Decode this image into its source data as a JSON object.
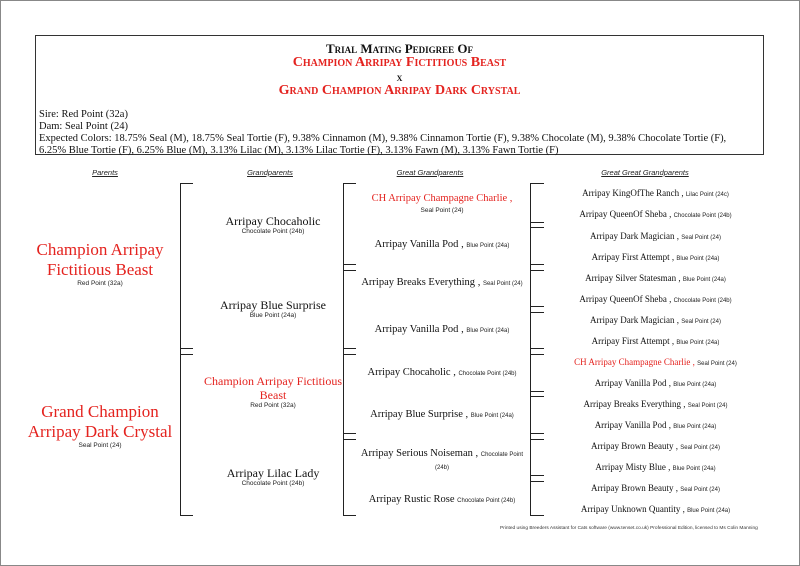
{
  "title": {
    "line1": "Trial Mating Pedigree Of",
    "sire_name": "Champion Arripay Fictitious Beast",
    "x": "x",
    "dam_name": "Grand Champion Arripay Dark Crystal"
  },
  "info": {
    "sire_line": "Sire:  Red Point (32a)",
    "dam_line": "Dam:  Seal Point (24)",
    "expected_line1": "Expected Colors: 18.75%  Seal (M), 18.75%  Seal Tortie (F), 9.38%   Cinnamon (M), 9.38%   Cinnamon Tortie (F), 9.38%   Chocolate (M), 9.38%   Chocolate Tortie (F),",
    "expected_line2": "6.25%   Blue Tortie (F), 6.25%   Blue (M), 3.13%   Lilac (M), 3.13%   Lilac Tortie (F), 3.13%   Fawn (M), 3.13%   Fawn Tortie (F)"
  },
  "columns": {
    "parents": "Parents",
    "grandparents": "Grandparents",
    "great_grandparents": "Great Grandparents",
    "great_great_grandparents": "Great Great Grandparents"
  },
  "parents": [
    {
      "name": "Champion Arripay Fictitious Beast",
      "color": "Red Point (32a)"
    },
    {
      "name": "Grand Champion Arripay Dark Crystal",
      "color": "Seal Point (24)"
    }
  ],
  "grandparents": [
    {
      "name": "Arripay Chocaholic",
      "color": "Chocolate Point (24b)"
    },
    {
      "name": "Arripay Blue Surprise",
      "color": "Blue Point (24a)"
    },
    {
      "name": "Champion Arripay Fictitious Beast",
      "color": "Red Point (32a)"
    },
    {
      "name": "Arripay Lilac Lady",
      "color": "Chocolate Point (24b)"
    }
  ],
  "great_grandparents": [
    {
      "name": "CH Arripay Champagne Charlie",
      "color": "Seal Point (24)"
    },
    {
      "name": "Arripay Vanilla Pod",
      "color": "Blue Point (24a)"
    },
    {
      "name": "Arripay Breaks Everything",
      "color": "Seal Point (24)"
    },
    {
      "name": "Arripay Vanilla Pod",
      "color": "Blue Point (24a)"
    },
    {
      "name": "Arripay Chocaholic",
      "color": "Chocolate Point (24b)"
    },
    {
      "name": "Arripay Blue Surprise",
      "color": "Blue Point (24a)"
    },
    {
      "name": "Arripay Serious Noiseman",
      "color": "Chocolate Point (24b)"
    },
    {
      "name": "Arripay Rustic Rose",
      "color": "Chocolate Point (24b)"
    }
  ],
  "great_great_grandparents": [
    {
      "name": "Arripay KingOfThe Ranch",
      "color": "Lilac Point (24c)"
    },
    {
      "name": "Arripay QueenOf Sheba",
      "color": "Chocolate Point (24b)"
    },
    {
      "name": "Arripay Dark Magician",
      "color": "Seal Point (24)"
    },
    {
      "name": "Arripay First Attempt",
      "color": "Blue Point (24a)"
    },
    {
      "name": "Arripay Silver Statesman",
      "color": "Blue Point (24a)"
    },
    {
      "name": "Arripay QueenOf Sheba",
      "color": "Chocolate Point (24b)"
    },
    {
      "name": "Arripay Dark Magician",
      "color": "Seal Point (24)"
    },
    {
      "name": "Arripay First Attempt",
      "color": "Blue Point (24a)"
    },
    {
      "name": "CH Arripay Champagne Charlie",
      "color": "Seal Point (24)"
    },
    {
      "name": "Arripay Vanilla Pod",
      "color": "Blue Point (24a)"
    },
    {
      "name": "Arripay Breaks Everything",
      "color": "Seal Point (24)"
    },
    {
      "name": "Arripay Vanilla Pod",
      "color": "Blue Point (24a)"
    },
    {
      "name": "Arripay Brown Beauty",
      "color": "Seal Point (24)"
    },
    {
      "name": "Arripay Misty Blue",
      "color": "Blue Point (24a)"
    },
    {
      "name": "Arripay Brown Beauty",
      "color": "Seal Point (24)"
    },
    {
      "name": "Arripay Unknown Quantity",
      "color": "Blue Point (24a)"
    }
  ],
  "footer": "Printed using Breeders Assistant for Cats software (www.tenset.co.uk) Professional Edition, licensed to Ms Colin Manning",
  "colors": {
    "champion_red": "#e4231f",
    "text": "#111111"
  }
}
